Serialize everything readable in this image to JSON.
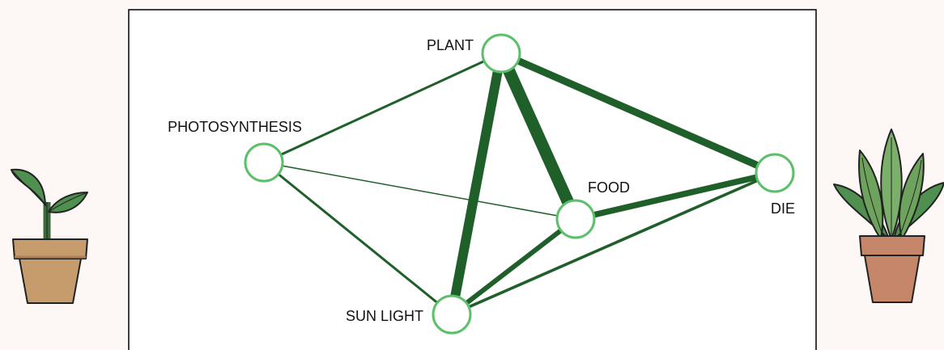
{
  "diagram": {
    "nodes": [
      {
        "id": "plant",
        "label": "PLANT"
      },
      {
        "id": "photosynthesis",
        "label": "PHOTOSYNTHESIS"
      },
      {
        "id": "food",
        "label": "FOOD"
      },
      {
        "id": "die",
        "label": "DIE"
      },
      {
        "id": "sunlight",
        "label": "SUN LIGHT"
      }
    ],
    "edges": [
      {
        "from": "plant",
        "to": "food",
        "weight": 5
      },
      {
        "from": "plant",
        "to": "sunlight",
        "weight": 4
      },
      {
        "from": "plant",
        "to": "die",
        "weight": 3
      },
      {
        "from": "food",
        "to": "die",
        "weight": 2.5
      },
      {
        "from": "food",
        "to": "sunlight",
        "weight": 2
      },
      {
        "from": "sunlight",
        "to": "die",
        "weight": 1.2
      },
      {
        "from": "photosynthesis",
        "to": "plant",
        "weight": 1
      },
      {
        "from": "photosynthesis",
        "to": "sunlight",
        "weight": 1
      },
      {
        "from": "photosynthesis",
        "to": "food",
        "weight": 0.5
      }
    ]
  },
  "colors": {
    "edge": "#1f5f2a",
    "node_stroke": "#5cbf6a",
    "node_fill": "#ffffff",
    "background": "#fdf7f5",
    "pot": "#c69c6d",
    "pot_dark": "#a9805a",
    "pot_right": "#c5866a",
    "leaf": "#4f8f4f",
    "leaf_light": "#7bb06a"
  },
  "icons": [
    "seedling-pot-icon",
    "leafy-plant-pot-icon"
  ]
}
